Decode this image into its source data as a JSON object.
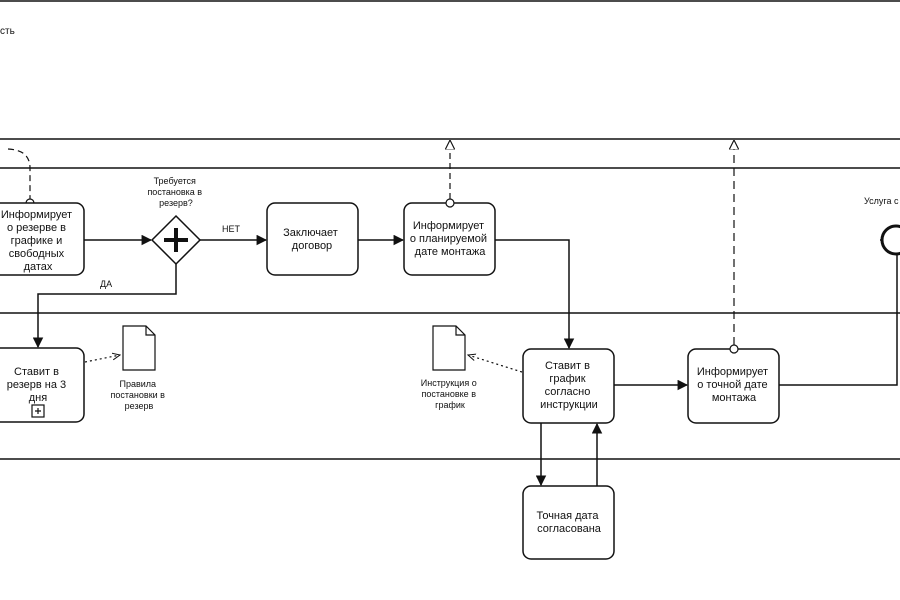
{
  "header": {
    "partial_label": "сть",
    "partial_glyph": ")"
  },
  "tasks": {
    "inform_reserve": [
      "Информирует",
      "о резерве в",
      "графике и",
      "свободных",
      "датах"
    ],
    "contract": [
      "Заключает",
      "договор"
    ],
    "inform_planned": [
      "Информирует",
      "о планируемой",
      "дате монтажа"
    ],
    "reserve_3_days": [
      "Ставит в",
      "резерв на 3",
      "дня"
    ],
    "schedule_by_instruction": [
      "Ставит в",
      "график",
      "согласно",
      "инструкции"
    ],
    "inform_exact": [
      "Информирует",
      "о точной дате",
      "монтажа"
    ],
    "exact_date_agreed": [
      "Точная дата",
      "согласована"
    ]
  },
  "gateway": {
    "question": [
      "Требуется",
      "постановка в",
      "резерв?"
    ],
    "no_label": "НЕТ",
    "yes_label": "ДА"
  },
  "documents": {
    "reserve_rules": [
      "Правила",
      "постановки в",
      "резерв"
    ],
    "schedule_instruction": [
      "Инструкция о",
      "постановке в",
      "график"
    ]
  },
  "end_event": {
    "label": "Услуга с"
  },
  "colors": {
    "stroke": "#111111",
    "background": "#ffffff",
    "dashed": "#555555"
  }
}
